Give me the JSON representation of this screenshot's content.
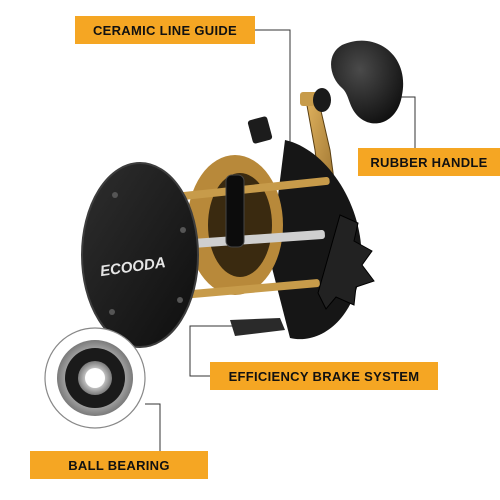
{
  "labels": {
    "ceramic_line_guide": "CERAMIC LINE GUIDE",
    "rubber_handle": "RUBBER HANDLE",
    "efficiency_brake_system": "EFFICIENCY BRAKE SYSTEM",
    "ball_bearing": "BALL BEARING"
  },
  "reel": {
    "brand_text": "ECOODA"
  },
  "colors": {
    "label_bg": "#f5a623",
    "label_text": "#111111",
    "reel_body": "#1b1b1b",
    "accent_gold": "#b8893a",
    "callout_line": "#333333"
  }
}
